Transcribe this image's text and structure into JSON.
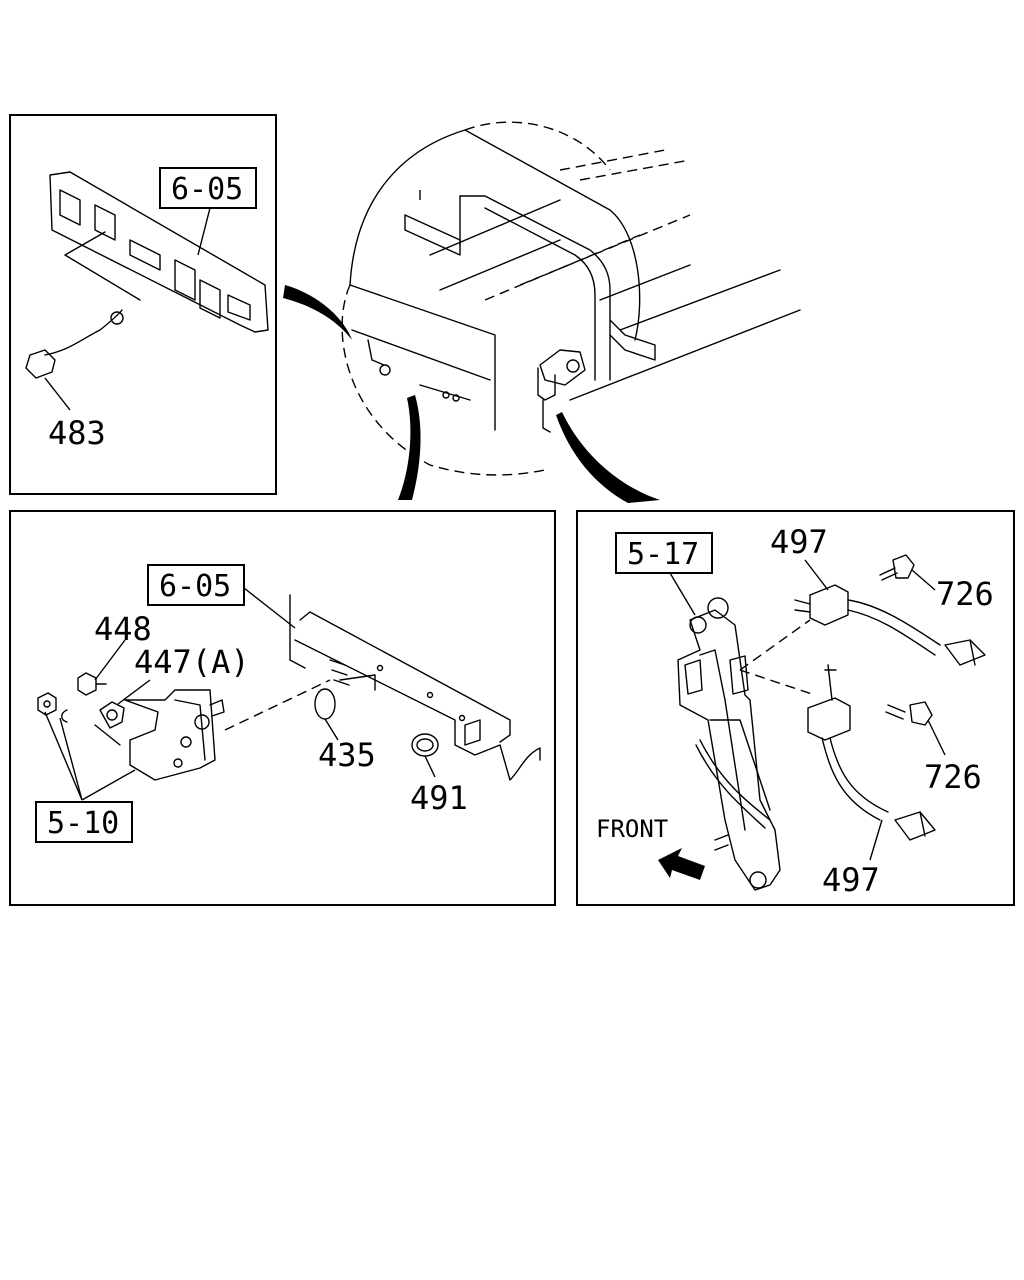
{
  "panels": {
    "top_left": {
      "ref": "6-05",
      "parts": [
        "483"
      ]
    },
    "bottom_left": {
      "ref_top": "6-05",
      "ref_bottom": "5-10",
      "parts": [
        "448",
        "447(A)",
        "435",
        "491"
      ]
    },
    "bottom_right": {
      "ref": "5-17",
      "parts": [
        "497",
        "726",
        "726",
        "497"
      ],
      "front_label": "FRONT"
    }
  },
  "icons": {
    "front_arrow": "front-direction-arrow-icon"
  }
}
